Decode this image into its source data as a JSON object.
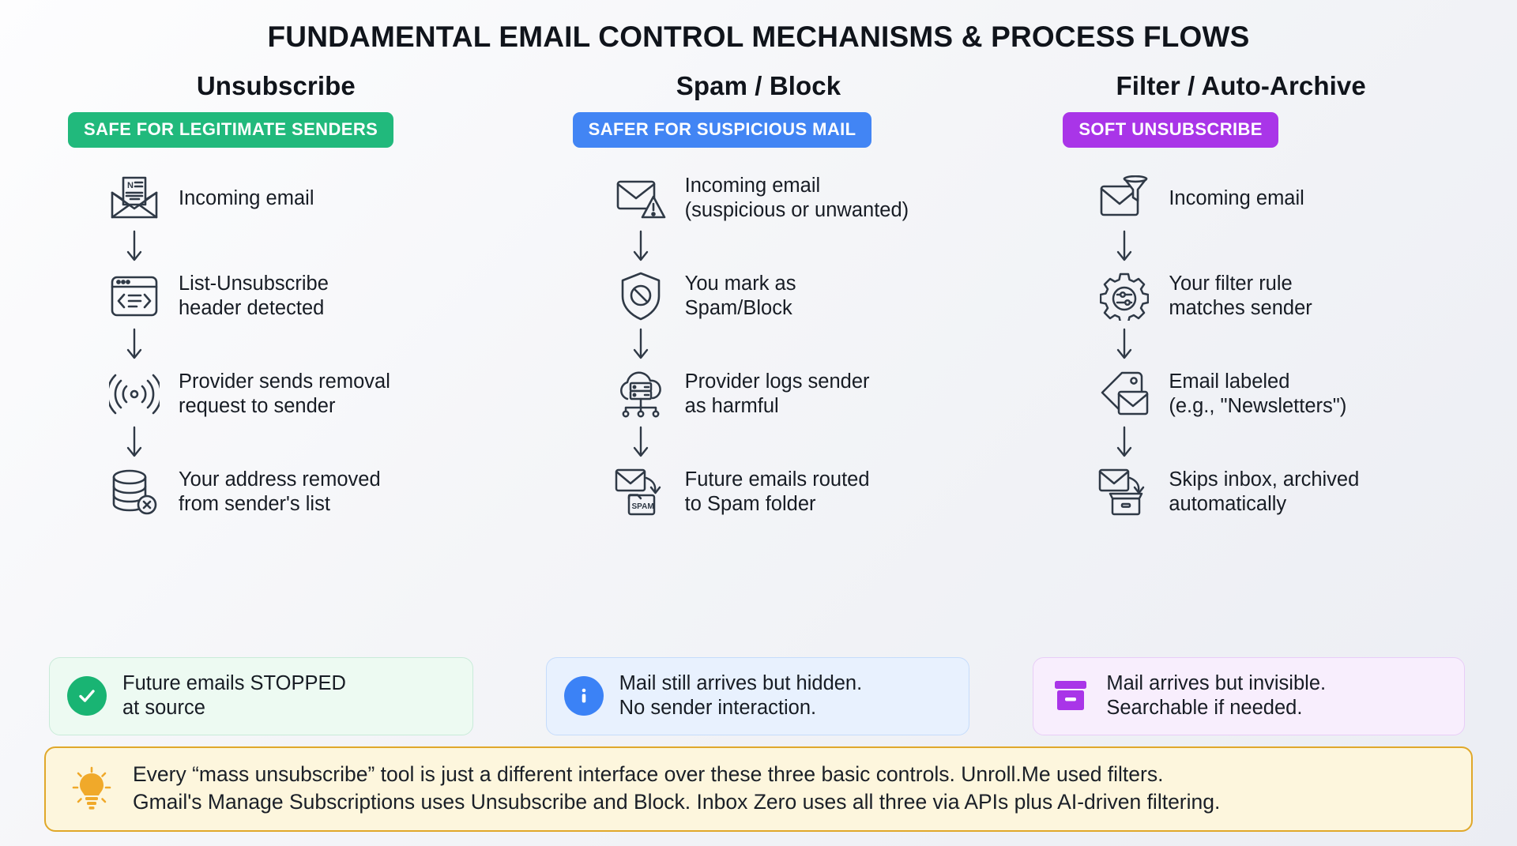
{
  "header": {
    "title": "FUNDAMENTAL EMAIL CONTROL MECHANISMS & PROCESS FLOWS"
  },
  "colors": {
    "green": "#21b97c",
    "blue": "#4285f4",
    "purple": "#a935e8",
    "note_border": "#e0a82a",
    "note_bg": "#fdf6dd",
    "icon_stroke": "#2f3946"
  },
  "columns": [
    {
      "title": "Unsubscribe",
      "badge": "SAFE FOR LEGITIMATE SENDERS",
      "badge_color": "green",
      "steps": [
        {
          "icon": "envelope-newsletter-icon",
          "text": "Incoming email"
        },
        {
          "icon": "code-window-icon",
          "text": "List-Unsubscribe\nheader detected"
        },
        {
          "icon": "broadcast-signal-icon",
          "text": "Provider sends removal\nrequest to sender"
        },
        {
          "icon": "database-remove-icon",
          "text": "Your address removed\nfrom sender's list"
        }
      ],
      "outcome": {
        "icon": "check-circle-icon",
        "text": "Future emails STOPPED\nat source",
        "style": "green"
      }
    },
    {
      "title": "Spam / Block",
      "badge": "SAFER FOR SUSPICIOUS MAIL",
      "badge_color": "blue",
      "steps": [
        {
          "icon": "envelope-warning-icon",
          "text": "Incoming email\n(suspicious or unwanted)"
        },
        {
          "icon": "shield-block-icon",
          "text": "You mark as\nSpam/Block"
        },
        {
          "icon": "cloud-server-icon",
          "text": "Provider logs sender\nas harmful"
        },
        {
          "icon": "envelope-to-spam-folder-icon",
          "text": "Future emails routed\nto Spam folder"
        }
      ],
      "outcome": {
        "icon": "info-circle-icon",
        "text": "Mail still arrives but hidden.\nNo sender interaction.",
        "style": "blue"
      }
    },
    {
      "title": "Filter / Auto-Archive",
      "badge": "SOFT UNSUBSCRIBE",
      "badge_color": "purple",
      "steps": [
        {
          "icon": "envelope-funnel-icon",
          "text": "Incoming email"
        },
        {
          "icon": "gear-sliders-icon",
          "text": "Your filter rule\nmatches sender"
        },
        {
          "icon": "tag-envelope-icon",
          "text": "Email labeled\n(e.g., \"Newsletters\")"
        },
        {
          "icon": "envelope-to-archive-icon",
          "text": "Skips inbox, archived\nautomatically"
        }
      ],
      "outcome": {
        "icon": "archive-box-icon",
        "text": "Mail arrives but invisible.\nSearchable if needed.",
        "style": "purple"
      }
    }
  ],
  "note": {
    "icon": "lightbulb-icon",
    "text": "Every “mass unsubscribe” tool is just a different interface over these three basic controls. Unroll.Me used filters.\nGmail's Manage Subscriptions uses Unsubscribe and Block. Inbox Zero uses all three via APIs plus AI-driven filtering."
  },
  "spam_folder_label": "SPAM"
}
